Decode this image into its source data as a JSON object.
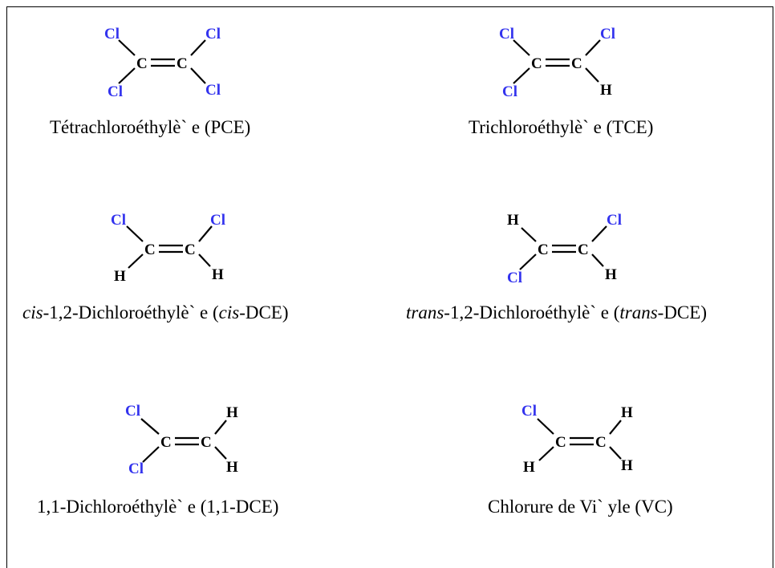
{
  "atom_colors": {
    "Cl": "#3333ee",
    "H": "#000000",
    "C": "#000000"
  },
  "molecules": [
    {
      "id": "pce",
      "caption": {
        "prefix": "",
        "main": "Tétrachloroéthylè` e (PCE)"
      },
      "labels": {
        "c_left": "C",
        "c_right": "C",
        "ul": "Cl",
        "ll": "Cl",
        "ur": "Cl",
        "lr": "Cl"
      }
    },
    {
      "id": "tce",
      "caption": {
        "prefix": "",
        "main": "Trichloroéthylè` e (TCE)"
      },
      "labels": {
        "c_left": "C",
        "c_right": "C",
        "ul": "Cl",
        "ll": "Cl",
        "ur": "Cl",
        "lr": "H"
      }
    },
    {
      "id": "cis-dce",
      "caption": {
        "prefix": "cis",
        "mid": "-1,2-Dichloroéthylè` e (",
        "ital2": "cis",
        "suffix": "-DCE)"
      },
      "labels": {
        "c_left": "C",
        "c_right": "C",
        "ul": "Cl",
        "ll": "H",
        "ur": "Cl",
        "lr": "H"
      }
    },
    {
      "id": "trans-dce",
      "caption": {
        "prefix": "trans",
        "mid": "-1,2-Dichloroéthylè` e (",
        "ital2": "trans",
        "suffix": "-DCE)"
      },
      "labels": {
        "c_left": "C",
        "c_right": "C",
        "ul": "H",
        "ll": "Cl",
        "ur": "Cl",
        "lr": "H"
      }
    },
    {
      "id": "11-dce",
      "caption": {
        "prefix": "",
        "main": "1,1-Dichloroéthylè` e (1,1-DCE)"
      },
      "labels": {
        "c_left": "C",
        "c_right": "C",
        "ul": "Cl",
        "ll": "Cl",
        "ur": "H",
        "lr": "H"
      }
    },
    {
      "id": "vc",
      "caption": {
        "prefix": "",
        "main": "Chlorure de Vi` yle (VC)"
      },
      "labels": {
        "c_left": "C",
        "c_right": "C",
        "ul": "Cl",
        "ll": "H",
        "ur": "H",
        "lr": "H"
      }
    }
  ]
}
